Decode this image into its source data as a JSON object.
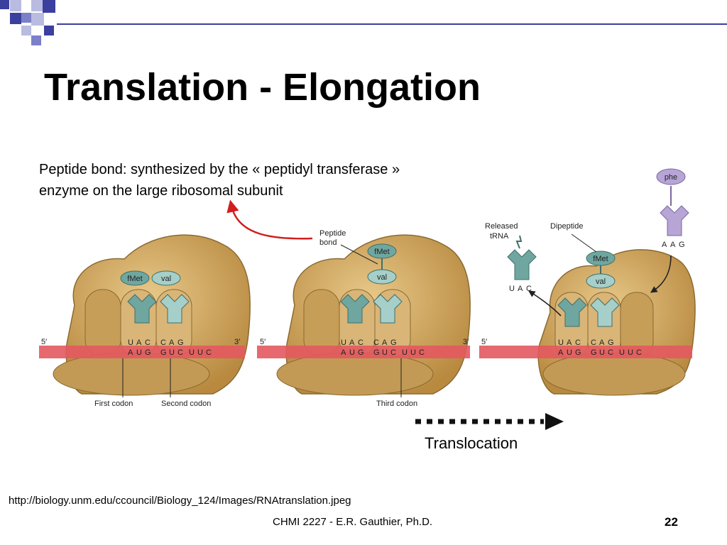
{
  "title": "Translation - Elongation",
  "description": {
    "line1": "Peptide bond: synthesized by the « peptidyl transferase »",
    "line2": "enzyme on the large ribosomal subunit"
  },
  "diagram": {
    "strand_5": "5′",
    "strand_3": "3′",
    "labels": {
      "peptide_bond_1": "Peptide",
      "peptide_bond_2": "bond",
      "released_1": "Released",
      "released_2": "tRNA",
      "dipeptide": "Dipeptide",
      "first_codon": "First codon",
      "second_codon": "Second codon",
      "third_codon": "Third codon"
    },
    "amino_acids": {
      "fmet": "fMet",
      "val": "val",
      "phe": "phe"
    },
    "codons": {
      "mrna": [
        "A",
        "U",
        "G",
        "G",
        "U",
        "C",
        "U",
        "U",
        "C"
      ]
    },
    "anticodons": {
      "t1": [
        "U",
        "A",
        "C"
      ],
      "t2": [
        "C",
        "A",
        "G"
      ],
      "released": [
        "U",
        "A",
        "C"
      ],
      "incoming": [
        "A",
        "A",
        "G"
      ]
    },
    "translocation": "Translocation"
  },
  "source_url": "http://biology.unm.edu/ccouncil/Biology_124/Images/RNAtranslation.jpeg",
  "footer": "CHMI 2227 - E.R. Gauthier, Ph.D.",
  "page_number": "22",
  "colors": {
    "accent": "#3b3f9e",
    "ribosome": "#c9a45f",
    "mrna": "#e3595f",
    "trna": "#6fa7a0",
    "incoming_trna": "#b7a5d6",
    "arrow": "#d21e1e"
  }
}
